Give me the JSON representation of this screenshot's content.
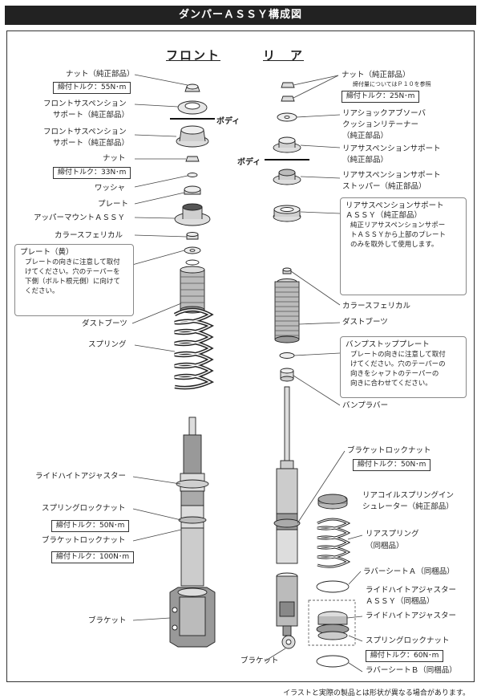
{
  "title": "ダンパーＡＳＳＹ構成図",
  "headings": {
    "front": "フロント",
    "rear": "リ　ア"
  },
  "body_label": "ボディ",
  "front": {
    "nut1": "ナット（純正部品）",
    "nut1_torque": "締付トルク：55N･m",
    "support1": [
      "フロントサスペンション",
      "サポート（純正部品）"
    ],
    "support2": [
      "フロントサスペンション",
      "サポート（純正部品）"
    ],
    "nut2": "ナット",
    "nut2_torque": "締付トルク：33N･m",
    "washer": "ワッシャ",
    "plate": "プレート",
    "upper_mount": "アッパーマウントＡＳＳＹ",
    "collar": "カラースフェリカル",
    "note": {
      "title": "プレート（黄）",
      "lines": [
        "プレートの向きに注意して取付",
        "けてください。穴のテーパーを",
        "下側（ボルト根元側）に向けて",
        "ください。"
      ]
    },
    "dust_boot": "ダストブーツ",
    "spring": "スプリング",
    "ride_height": "ライドハイトアジャスター",
    "spring_lock": "スプリングロックナット",
    "spring_lock_torque": "締付トルク：50N･m",
    "bracket_lock": "ブラケットロックナット",
    "bracket_lock_torque": "締付トルク：100N･m",
    "bracket": "ブラケット"
  },
  "rear": {
    "nut": "ナット（純正部品）",
    "nut_sub": "締付量についてはＰ１０を参照",
    "nut_torque": "締付トルク：25N･m",
    "retainer": [
      "リアショックアブソーバ",
      "クッションリテーナー",
      "（純正部品）"
    ],
    "support": [
      "リアサスペンションサポート",
      "（純正部品）"
    ],
    "stopper": [
      "リアサスペンションサポート",
      "ストッパー（純正部品）"
    ],
    "note1": {
      "title": [
        "リアサスペンションサポート",
        "ＡＳＳＹ（純正部品）"
      ],
      "lines": [
        "純正リアサスペンションサポー",
        "トＡＳＳＹから上部のプレート",
        "のみを取外して使用します。"
      ]
    },
    "collar": "カラースフェリカル",
    "dust_boot": "ダストブーツ",
    "note2": {
      "title": "バンプストッププレート",
      "lines": [
        "プレートの向きに注意して取付",
        "けてください。穴のテーパーの",
        "向きをシャフトのテーパーの",
        "向きに合わせてください。"
      ]
    },
    "bump_rubber": "バンプラバー",
    "bracket_lock": "ブラケットロックナット",
    "bracket_lock_torque": "締付トルク：50N･m",
    "insulator": [
      "リアコイルスプリングイン",
      "シュレーター（純正部品）"
    ],
    "spring": [
      "リアスプリング",
      "（同梱品）"
    ],
    "rubber_a": "ラバーシートＡ（同梱品）",
    "ride_height_assy": [
      "ライドハイトアジャスター",
      "ＡＳＳＹ（同梱品）"
    ],
    "ride_height": "ライドハイトアジャスター",
    "spring_lock": "スプリングロックナット",
    "spring_lock_torque": "締付トルク：60N･m",
    "rubber_b": "ラバーシートＢ（同梱品）",
    "bracket": "ブラケット"
  },
  "footnote": "イラストと実際の製品とは形状が異なる場合があります。"
}
